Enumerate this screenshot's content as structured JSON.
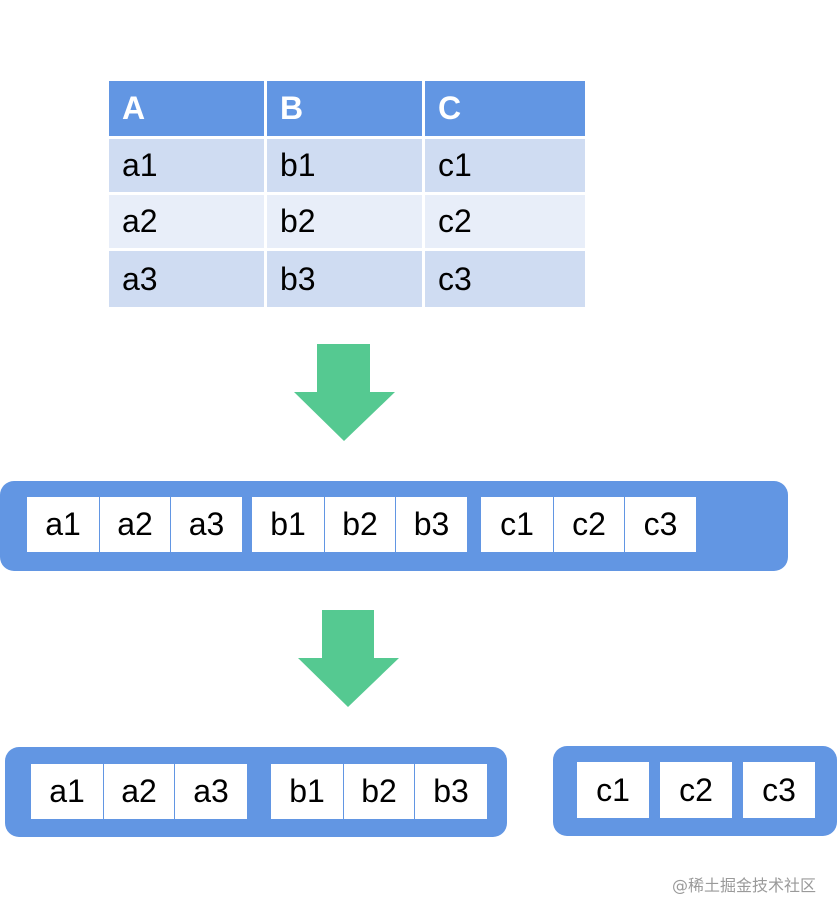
{
  "table": {
    "headers": [
      "A",
      "B",
      "C"
    ],
    "rows": [
      [
        "a1",
        "b1",
        "c1"
      ],
      [
        "a2",
        "b2",
        "c2"
      ],
      [
        "a3",
        "b3",
        "c3"
      ]
    ]
  },
  "bar1": {
    "groups": [
      [
        "a1",
        "a2",
        "a3"
      ],
      [
        "b1",
        "b2",
        "b3"
      ],
      [
        "c1",
        "c2",
        "c3"
      ]
    ]
  },
  "bar2": {
    "groups": [
      [
        "a1",
        "a2",
        "a3"
      ],
      [
        "b1",
        "b2",
        "b3"
      ]
    ]
  },
  "bar3": {
    "groups": [
      [
        "c1",
        "c2",
        "c3"
      ]
    ]
  },
  "colors": {
    "header_blue": "#6296e3",
    "row_dark": "#cfdcf2",
    "row_light": "#e8eef9",
    "arrow_green": "#55c991",
    "bar_blue": "#6296e3"
  },
  "watermark": "@稀土掘金技术社区"
}
